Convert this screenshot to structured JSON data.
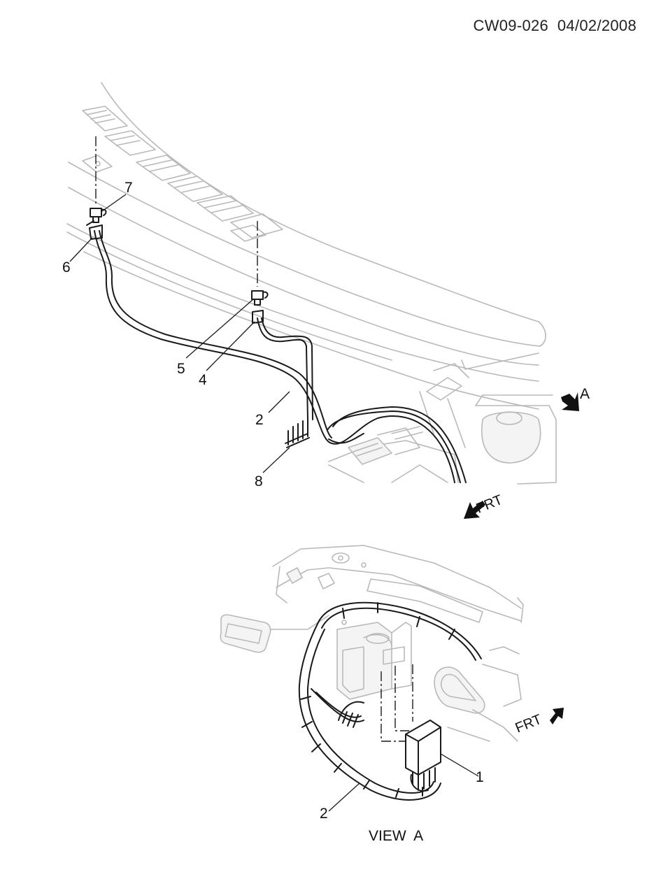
{
  "header": {
    "doc_code": "CW09-026",
    "date": "04/02/2008"
  },
  "top_view": {
    "callouts": [
      "7",
      "6",
      "5",
      "4",
      "2",
      "8"
    ],
    "view_marker": "A",
    "front_label": "FRT"
  },
  "view_a": {
    "callouts": [
      "1",
      "2"
    ],
    "front_label": "FRT",
    "caption": "VIEW  A"
  }
}
